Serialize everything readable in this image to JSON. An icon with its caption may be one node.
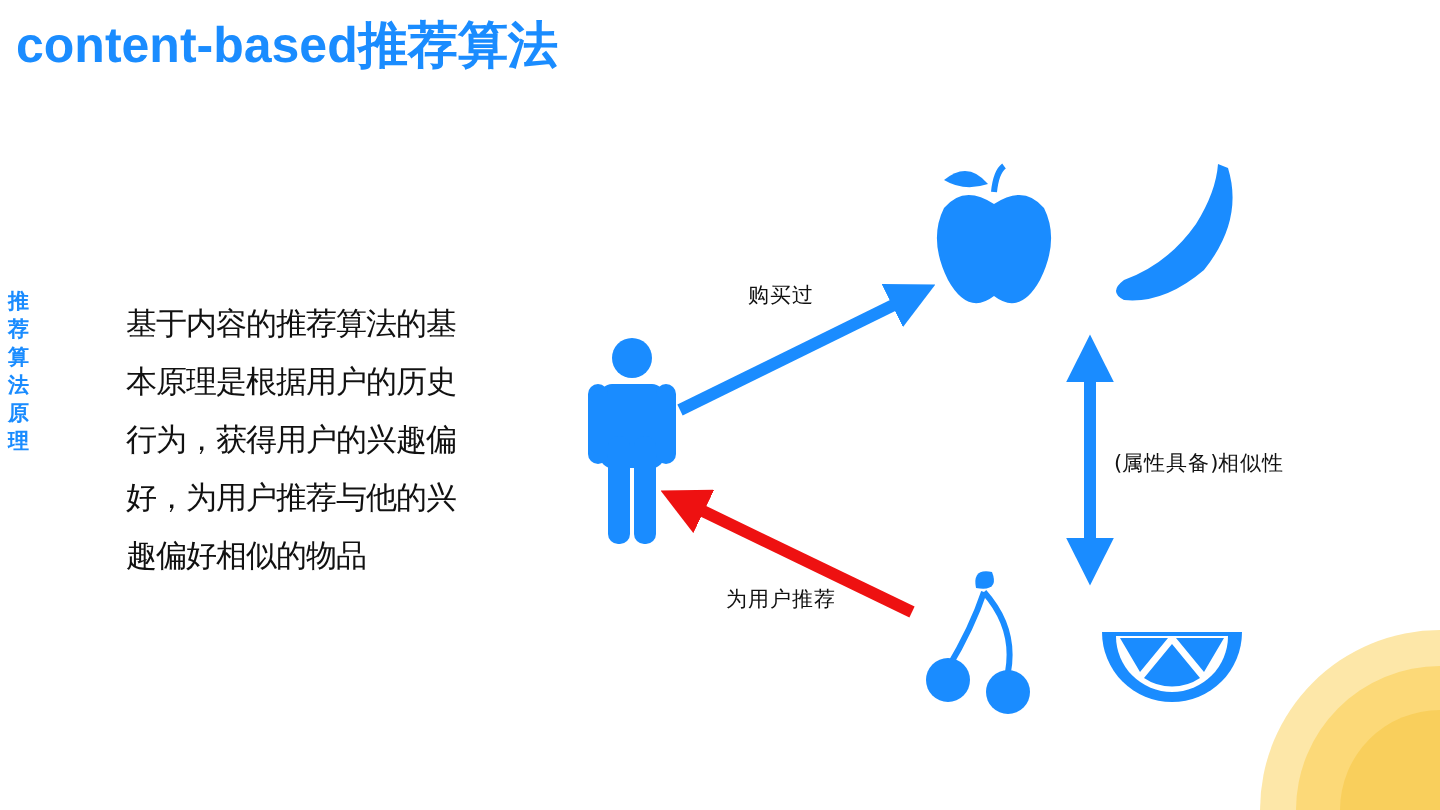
{
  "diagram": {
    "title": "content-based推荐算法",
    "nodes": [
      {
        "text": [],
        "shape": "person"
      },
      {
        "text": [],
        "shape": "picture"
      },
      {
        "text": [],
        "shape": "picture"
      }
    ],
    "edges": [
      {
        "from": 0,
        "to": 1,
        "arrow": "to",
        "label": "购买过"
      },
      {
        "from": 1,
        "to": 2,
        "arrow": "both",
        "label": "(属性具备)相似性"
      },
      {
        "from": 2,
        "to": 0,
        "arrow": "to",
        "label": "为用户推荐",
        "color": "#ee1111"
      }
    ],
    "labels": [
      "推荐算法原理",
      "基于内容的推荐算法的基本原理是根据用户的历史行为，获得用户的兴趣偏好，为用户推荐与他的兴趣偏好相似的物品"
    ]
  }
}
